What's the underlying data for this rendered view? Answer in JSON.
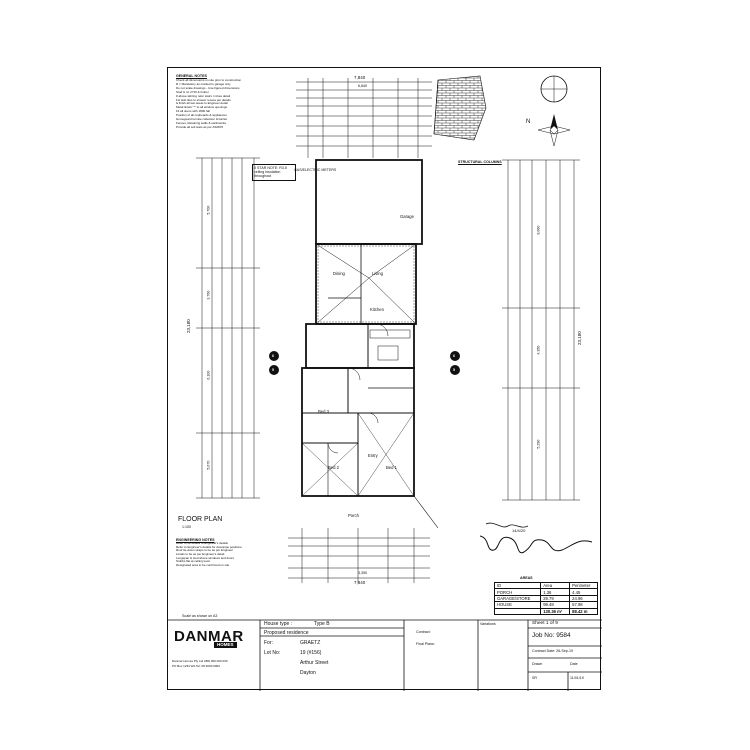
{
  "general_notes": {
    "heading": "GENERAL NOTES",
    "lines": [
      "Check all dimensions on site prior to construction",
      "R = Mandatory as marked to garage only",
      "Do not scale drawings - Use figured dimensions",
      "Stud & rd. 2715 & timber",
      "# above skirting refer stairs / robes detail",
      "FH Hob tiles to shower recess per details",
      "& finish all wet areas to Engineer detail",
      "Metal lintels \"*\" to all window openings",
      "Fit all doors with 1800 fall",
      "Position of all cupboards & appliances",
      "Homeguard termite collection & barrier",
      "Fences, Retaining walls & earthworks",
      "Provide all soil tests as per AS2870"
    ]
  },
  "star_note": "5 STAR NOTE: R3.5 ceiling insulation throughout",
  "gas_meter_label": "GAS/ELECTRIC METERS",
  "dim_overall_top": "7,840",
  "dim_overall_bottom": "7,840",
  "dim_inner_top": "6,840",
  "dim_inner_bottom": "3,350",
  "dim_left_total": "23,180",
  "dim_right_total": "23,180",
  "dim_left_parts": [
    "5,700",
    "3,760",
    "6,100",
    "5,670"
  ],
  "dim_right_parts": [
    "9,060",
    "4,350",
    "5,290"
  ],
  "rooms": {
    "garage": "Garage",
    "living": "Living",
    "dining": "Dining",
    "kitchen": "Kitchen",
    "bed3": "Bed 3",
    "bed2": "Bed 2",
    "bed1": "Bed 1",
    "entry": "Entry",
    "porch": "Porch"
  },
  "floor_plan_label": "FLOOR PLAN",
  "floor_plan_scale": "1:100",
  "section_markers": [
    "6",
    "5",
    "6",
    "5"
  ],
  "engineering_notes": {
    "heading": "ENGINEERING NOTES",
    "lines": [
      "Refer to tie details to Engineer's details",
      "Refer to Engineer's details for downpipe positions",
      "Roof tie-down straps to be as per Engineer",
      "Lintels to be as per Engineer's detail",
      "Longspan & stud above windows and doors",
      "Stubbs flat at ceiling level",
      "Designated area to be confirmed on site"
    ]
  },
  "structural_heading": "STRUCTURAL COLUMNS",
  "signature_date": "14/4/20",
  "north_label": "N",
  "legend_label": "SCALE AS SHOWN",
  "areas": {
    "heading": "AREAS",
    "columns": [
      "ID",
      "Area",
      "Perimeter"
    ],
    "rows": [
      [
        "PORCH",
        "1.36",
        "4.45"
      ],
      [
        "GARAGE/STORE",
        "29.79",
        "24.96"
      ],
      [
        "HOUSE",
        "99.48",
        "57.98"
      ],
      [
        "",
        "130.36 m²",
        "88.42 m"
      ]
    ]
  },
  "title_block": {
    "scale_text": "Scale as shown on A3",
    "brand": "DANMAR",
    "brand_sub": "HOMES",
    "company_lines": [
      "Danmar Homes Pty Ltd  ABN 000 000 000",
      "PO Box 1234  WA  Tel: 08 9000 0000"
    ],
    "house_type_label": "House type :",
    "house_type_value": "Type B",
    "proposed": "Proposed residence",
    "for_label": "For:",
    "for_value": "GRAETZ",
    "lot_label": "Lot No:",
    "lot_value": "19 (#156)",
    "street": "Arthur Street",
    "suburb": "Dayton",
    "contract": "Contract:",
    "final_plans": "Final Plans:",
    "variations": "Variations",
    "sheet": "Sheet 1 of 9",
    "job_no": "Job No: 9584",
    "contract_date": "Contract Date: 26-Sep-19",
    "drawn": "Drawn",
    "date": "Date",
    "drawn_by": "SR",
    "drawn_date": "11/01/19"
  },
  "colors": {
    "ink": "#111111",
    "paper": "#ffffff",
    "hatch": "#555555"
  }
}
